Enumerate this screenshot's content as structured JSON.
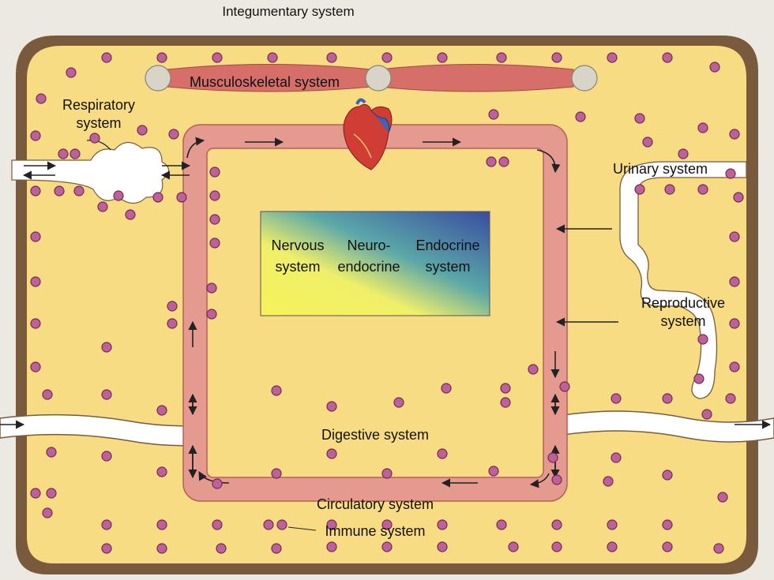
{
  "labels": {
    "integumentary": "Integumentary system",
    "musculoskeletal": "Musculoskeletal system",
    "respiratory_1": "Respiratory",
    "respiratory_2": "system",
    "urinary": "Urinary system",
    "nervous_1": "Nervous",
    "nervous_2": "system",
    "neuroendocrine_1": "Neuro-",
    "neuroendocrine_2": "endocrine",
    "endocrine_1": "Endocrine",
    "endocrine_2": "system",
    "reproductive_1": "Reproductive",
    "reproductive_2": "system",
    "digestive": "Digestive system",
    "circulatory": "Circulatory system",
    "immune": "Immune system"
  },
  "colors": {
    "body_fill": "#f7dc84",
    "body_outline": "#7a5a3c",
    "vessel": "#e59a90",
    "vessel_edge": "#b85e58",
    "muscle": "#d66f6a",
    "bone": "#d9d4c8",
    "cell": "#c0609a",
    "gradient_start": "#f6f25a",
    "gradient_mid": "#5aa7a8",
    "gradient_end": "#3a4ca0"
  },
  "icons": [
    "heart-icon",
    "immune-cell-icon"
  ]
}
